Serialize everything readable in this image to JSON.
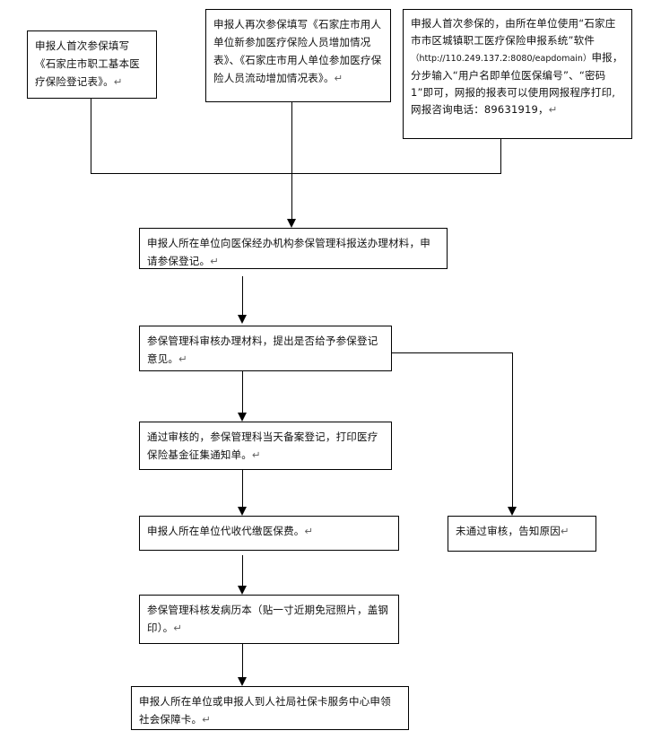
{
  "flow": {
    "start_boxes": [
      {
        "text": "申报人首次参保填写《石家庄市职工基本医疗保险登记表》。"
      },
      {
        "text": "申报人再次参保填写《石家庄市用人单位新参加医疗保险人员增加情况表》、《石家庄市用人单位参加医疗保险人员流动增加情况表》。"
      },
      {
        "pre": "申报人首次参保的，由所在单位使用“石家庄市市区城镇职工医疗保险申报系统”软件",
        "url": "（http://110.249.137.2:8080/eapdomain）",
        "post": "申报，分步输入“用户名即单位医保编号”、“密码 1”即可，网报的报表可以使用网报程序打印,网报咨询电话：89631919，"
      }
    ],
    "steps": [
      {
        "text": "申报人所在单位向医保经办机构参保管理科报送办理材料，申请参保登记。"
      },
      {
        "text": "参保管理科审核办理材料，提出是否给予参保登记意见。"
      },
      {
        "text": "通过审核的，参保管理科当天备案登记，打印医疗保险基金征集通知单。"
      },
      {
        "text": "申报人所在单位代收代缴医保费。"
      },
      {
        "text": "参保管理科核发病历本（贴一寸近期免冠照片，盖钢印）。"
      },
      {
        "text": "申报人所在单位或申报人到人社局社保卡服务中心申领社会保障卡。"
      }
    ],
    "reject_box": {
      "text": "未通过审核，告知原因"
    },
    "paragraph_mark": "↵"
  }
}
